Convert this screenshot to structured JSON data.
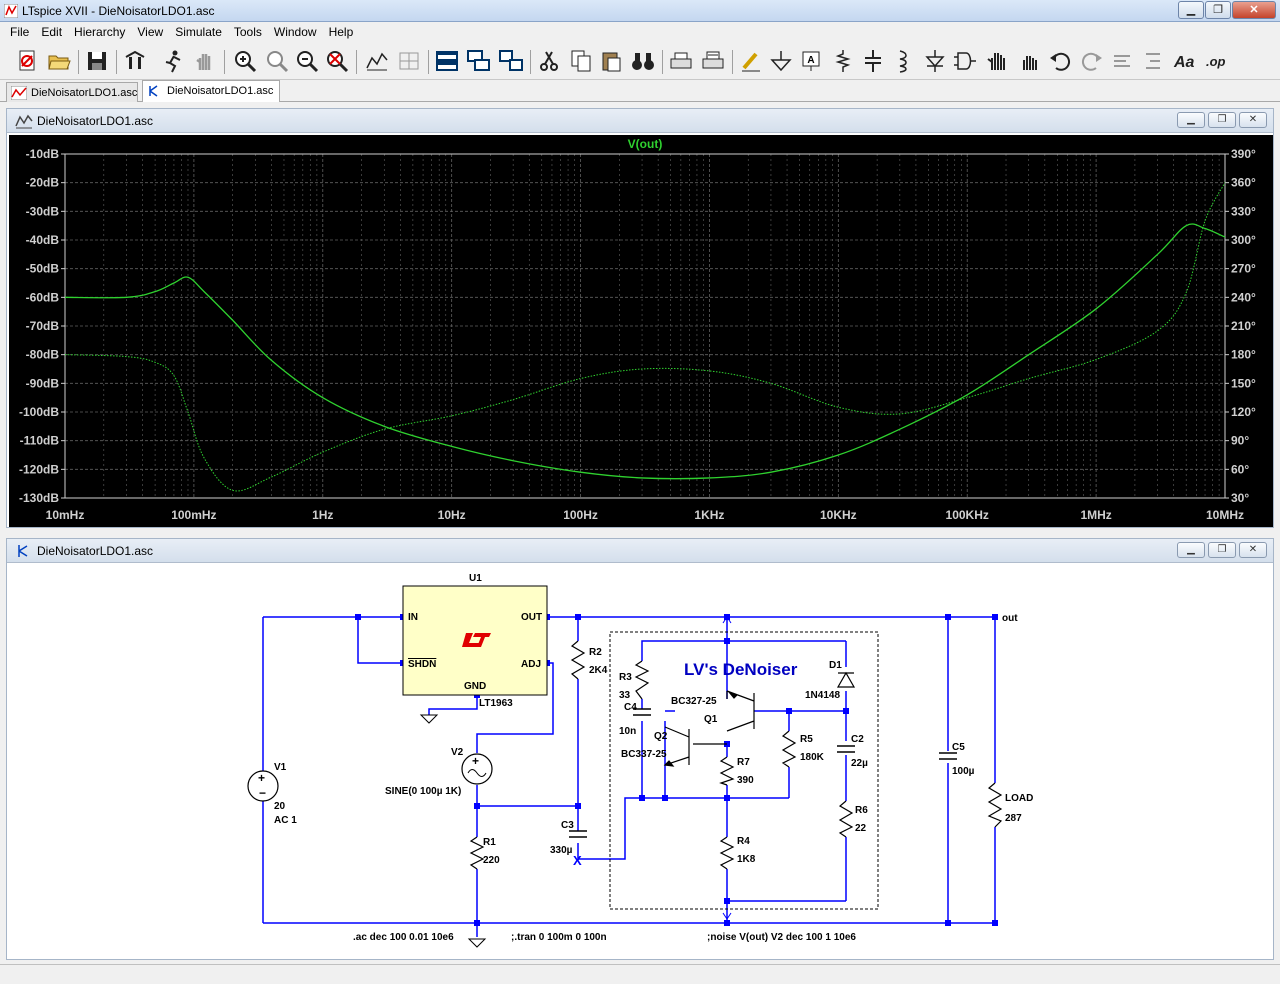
{
  "window": {
    "title": "LTspice XVII - DieNoisatorLDO1.asc"
  },
  "menu": [
    "File",
    "Edit",
    "Hierarchy",
    "View",
    "Simulate",
    "Tools",
    "Window",
    "Help"
  ],
  "tabs": [
    {
      "label": "DieNoisatorLDO1.asc",
      "kind": "waveform"
    },
    {
      "label": "DieNoisatorLDO1.asc",
      "kind": "schematic"
    }
  ],
  "plot_window": {
    "title": "DieNoisatorLDO1.asc",
    "trace_label": "V(out)",
    "colors": {
      "background": "#000000",
      "trace": "#2fd12f",
      "grid": "#606060",
      "axis_text": "#d0d0d0"
    }
  },
  "chart_data": {
    "type": "line",
    "title": "V(out)",
    "x_scale": "log",
    "xlim": [
      0.01,
      10000000
    ],
    "x_ticks": [
      "10mHz",
      "100mHz",
      "1Hz",
      "10Hz",
      "100Hz",
      "1KHz",
      "10KHz",
      "100KHz",
      "1MHz",
      "10MHz"
    ],
    "ylim": [
      -130,
      -10
    ],
    "y_ticks": [
      "-10dB",
      "-20dB",
      "-30dB",
      "-40dB",
      "-50dB",
      "-60dB",
      "-70dB",
      "-80dB",
      "-90dB",
      "-100dB",
      "-110dB",
      "-120dB",
      "-130dB"
    ],
    "y2lim": [
      30,
      390
    ],
    "y2_ticks": [
      "390°",
      "360°",
      "330°",
      "300°",
      "270°",
      "240°",
      "210°",
      "180°",
      "150°",
      "120°",
      "90°",
      "60°",
      "30°"
    ],
    "grid": true,
    "series": [
      {
        "kind": "magnitude",
        "style": "solid",
        "x": [
          0.01,
          0.03,
          0.05,
          0.07,
          0.09,
          0.12,
          0.2,
          0.4,
          1,
          3,
          10,
          30,
          100,
          300,
          1000,
          3000,
          10000,
          30000,
          100000,
          300000,
          1000000,
          3000000,
          5000000,
          7000000,
          10000000
        ],
        "y": [
          -60,
          -60,
          -58,
          -55,
          -53,
          -58,
          -68,
          -82,
          -95,
          -105,
          -112,
          -117,
          -121,
          -123,
          -123,
          -121,
          -115,
          -106,
          -94,
          -80,
          -64,
          -45,
          -35,
          -36,
          -39
        ]
      },
      {
        "kind": "phase",
        "style": "dotted",
        "x": [
          0.01,
          0.03,
          0.05,
          0.07,
          0.09,
          0.12,
          0.2,
          0.4,
          1,
          3,
          10,
          30,
          100,
          300,
          1000,
          3000,
          10000,
          30000,
          100000,
          300000,
          1000000,
          3000000,
          5000000,
          7000000,
          10000000
        ],
        "y": [
          180,
          178,
          172,
          158,
          120,
          72,
          38,
          52,
          78,
          102,
          116,
          133,
          155,
          165,
          163,
          150,
          125,
          118,
          135,
          155,
          175,
          205,
          245,
          320,
          360
        ]
      }
    ]
  },
  "schematic_window": {
    "title": "DieNoisatorLDO1.asc",
    "colors": {
      "wire": "#0000ff",
      "component": "#000000",
      "ic_fill": "#ffffc8",
      "lt_logo": "#e00000",
      "label": "#000000",
      "annotation": "#0000c0"
    }
  },
  "schematic": {
    "u1": {
      "name": "U1",
      "part": "LT1963",
      "pin_in": "IN",
      "pin_out": "OUT",
      "pin_shdn": "SHDN",
      "pin_adj": "ADJ",
      "pin_gnd": "GND"
    },
    "v1": {
      "name": "V1",
      "value": "20",
      "ac": "AC 1"
    },
    "v2": {
      "name": "V2",
      "value": "SINE(0 100µ 1K)"
    },
    "r1": {
      "name": "R1",
      "value": "220"
    },
    "r2": {
      "name": "R2",
      "value": "2K4"
    },
    "r3": {
      "name": "R3",
      "value": "33"
    },
    "r4": {
      "name": "R4",
      "value": "1K8"
    },
    "r5": {
      "name": "R5",
      "value": "180K"
    },
    "r6": {
      "name": "R6",
      "value": "22"
    },
    "r7": {
      "name": "R7",
      "value": "390"
    },
    "c2": {
      "name": "C2",
      "value": "22µ"
    },
    "c3": {
      "name": "C3",
      "value": "330µ"
    },
    "c4": {
      "name": "C4",
      "value": "10n"
    },
    "c5": {
      "name": "C5",
      "value": "100µ"
    },
    "d1": {
      "name": "D1",
      "value": "1N4148"
    },
    "q1": {
      "name": "Q1",
      "value": "BC327-25"
    },
    "q2": {
      "name": "Q2",
      "value": "BC337-25"
    },
    "load": {
      "name": "LOAD",
      "value": "287"
    },
    "net_out": "out",
    "denoiser_title": "LV's DeNoiser",
    "directives": [
      ".ac dec 100 0.01 10e6",
      ";.tran 0 100m 0 100n",
      ";noise V(out) V2 dec 100 1 10e6"
    ]
  }
}
